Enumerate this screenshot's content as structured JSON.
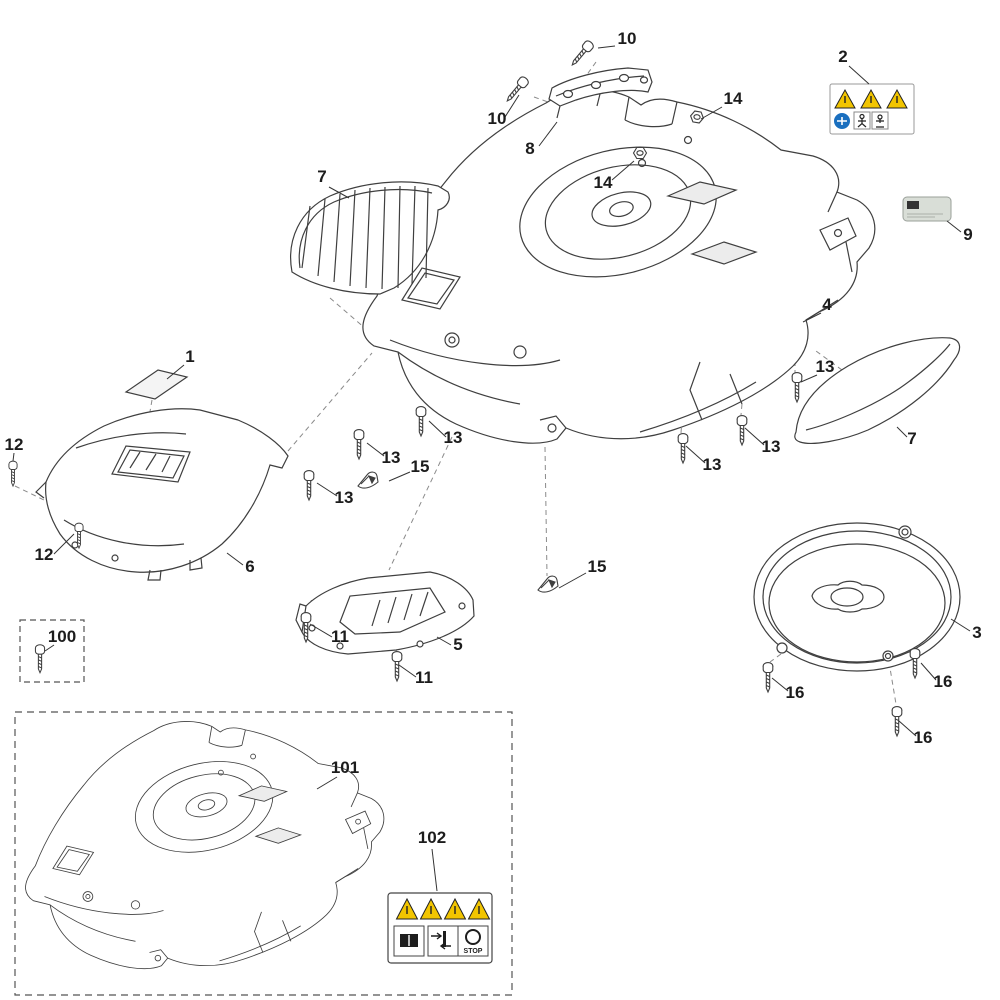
{
  "diagram": {
    "background": "#ffffff",
    "line_color": "#3f3f3f",
    "warning_yellow": "#f2c500",
    "mandatory_blue": "#1a6fbf",
    "label_gray": "#d9ded7"
  },
  "callouts": [
    {
      "label": "10"
    },
    {
      "label": "10"
    },
    {
      "label": "8"
    },
    {
      "label": "14"
    },
    {
      "label": "14"
    },
    {
      "label": "2"
    },
    {
      "label": "7"
    },
    {
      "label": "9"
    },
    {
      "label": "4"
    },
    {
      "label": "13"
    },
    {
      "label": "7"
    },
    {
      "label": "1"
    },
    {
      "label": "12"
    },
    {
      "label": "12"
    },
    {
      "label": "13"
    },
    {
      "label": "13"
    },
    {
      "label": "15"
    },
    {
      "label": "13"
    },
    {
      "label": "13"
    },
    {
      "label": "13"
    },
    {
      "label": "6"
    },
    {
      "label": "15"
    },
    {
      "label": "5"
    },
    {
      "label": "11"
    },
    {
      "label": "11"
    },
    {
      "label": "3"
    },
    {
      "label": "16"
    },
    {
      "label": "16"
    },
    {
      "label": "16"
    },
    {
      "label": "100"
    },
    {
      "label": "101"
    },
    {
      "label": "102"
    }
  ],
  "pictogram_label": {
    "stop_text": "STOP"
  }
}
